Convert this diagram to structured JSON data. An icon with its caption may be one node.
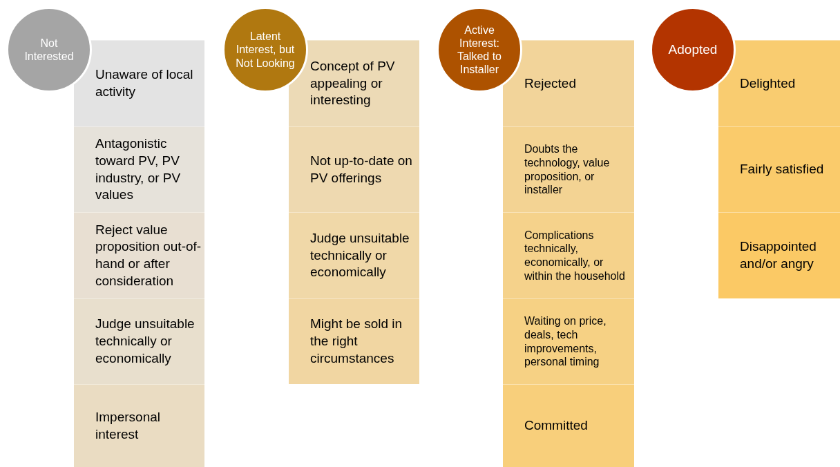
{
  "diagram": {
    "nodes": [
      {
        "text": [
          "Not Interested"
        ]
      },
      {
        "text": [
          "Unaware of local activity"
        ]
      },
      {
        "text": [
          "Antagonistic toward PV, PV industry, or PV values"
        ]
      },
      {
        "text": [
          "Reject value proposition out-of-hand or after consideration"
        ]
      },
      {
        "text": [
          "Judge unsuitable technically or economically"
        ]
      },
      {
        "text": [
          "Impersonal interest"
        ]
      },
      {
        "text": [
          "Latent Interest, but Not Looking"
        ]
      },
      {
        "text": [
          "Concept of PV appealing or interesting"
        ]
      },
      {
        "text": [
          "Not up-to-date on PV offerings"
        ]
      },
      {
        "text": [
          "Judge unsuitable technically or economically"
        ]
      },
      {
        "text": [
          "Might be sold in the right circumstances"
        ]
      },
      {
        "text": [
          "Active Interest: Talked to Installer"
        ]
      },
      {
        "text": [
          "Rejected"
        ]
      },
      {
        "text": [
          "Doubts the technology, value proposition, or installer"
        ]
      },
      {
        "text": [
          "Complications technically, economically, or within the household"
        ]
      },
      {
        "text": [
          "Waiting on price, deals, tech improvements, personal timing"
        ]
      },
      {
        "text": [
          "Committed"
        ]
      },
      {
        "text": [
          "Adopted"
        ]
      },
      {
        "text": [
          "Delighted"
        ]
      },
      {
        "text": [
          "Fairly satisfied"
        ]
      },
      {
        "text": [
          "Disappointed and/or angry"
        ]
      }
    ]
  }
}
